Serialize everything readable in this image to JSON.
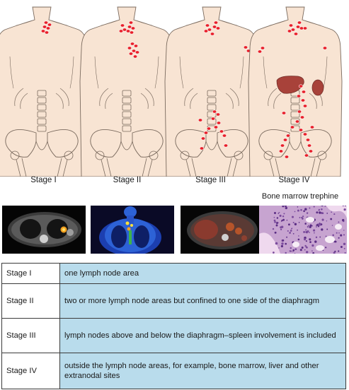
{
  "stages": [
    {
      "label": "Stage I",
      "description": "one lymph node area"
    },
    {
      "label": "Stage II",
      "description": "two or more lymph node areas but confined to one side of the diaphragm"
    },
    {
      "label": "Stage III",
      "description": "lymph nodes above and below the diaphragm–spleen involvement is included"
    },
    {
      "label": "Stage IV",
      "description": "outside the lymph node areas, for example, bone marrow, liver and other extranodal sites"
    }
  ],
  "figure_labels": [
    "Stage I",
    "Stage II",
    "Stage III",
    "Stage IV"
  ],
  "marrow_title": "Bone marrow trephine",
  "colors": {
    "skin": "#f8e4d3",
    "outline": "#7a6a5e",
    "lymph_node": "#e8202a",
    "organ": "#a8423a",
    "table_fill": "#b9dcec"
  },
  "icons": [
    "ct-scan-chest",
    "pet-scan-coronal",
    "ct-scan-abdomen",
    "histology-bone-marrow"
  ]
}
